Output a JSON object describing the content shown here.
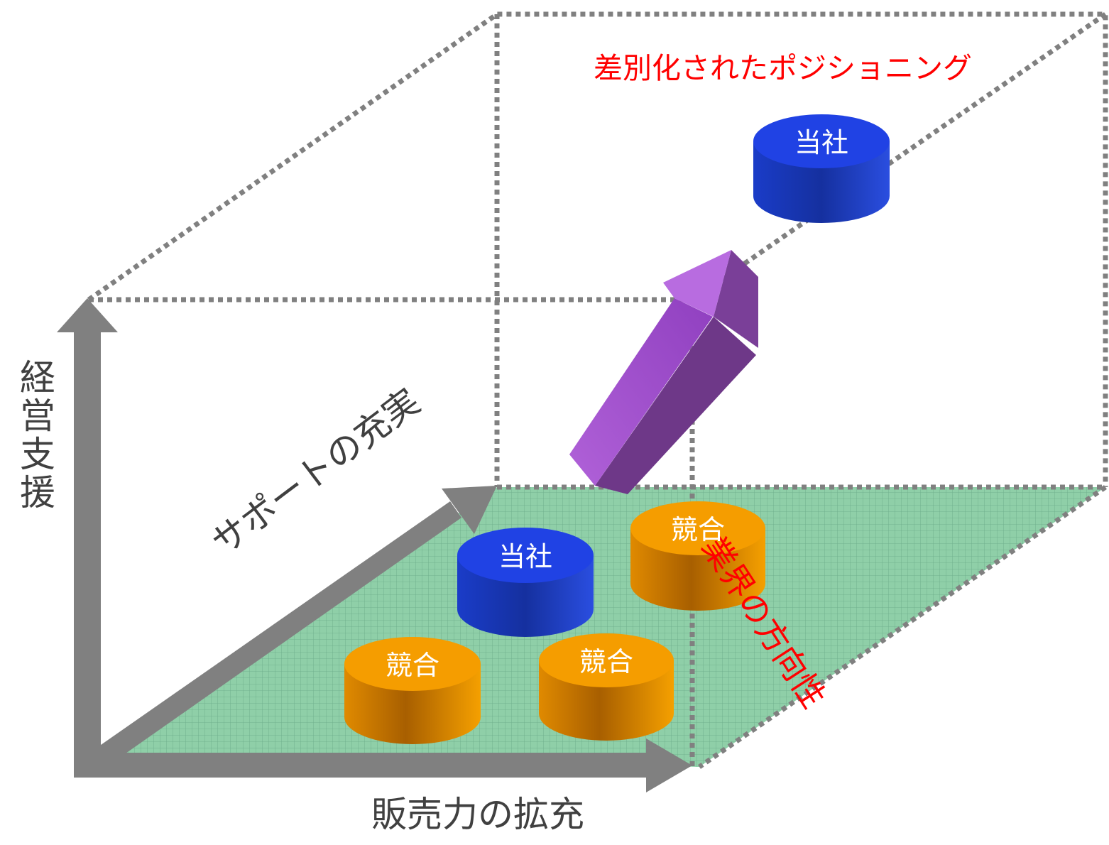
{
  "diagram": {
    "axes": {
      "vertical": "経営支援",
      "horizontal": "販売力の拡充",
      "depth": "サポートの充実"
    },
    "title": "差別化されたポジショニング",
    "industry_direction": "業界の方向性",
    "company_label": "当社",
    "competitor_label": "競合",
    "colors": {
      "axis_arrow": "#808080",
      "dotted_line": "#808080",
      "floor": "#8fcfa8",
      "company_disk": "#1f3fc8",
      "competitor_disk": "#f09a00",
      "arrow": "#9c4ec8",
      "red_text": "#ff0000"
    },
    "disks": [
      {
        "id": "company-top",
        "type": "company"
      },
      {
        "id": "company-floor",
        "type": "company"
      },
      {
        "id": "competitor-right",
        "type": "competitor"
      },
      {
        "id": "competitor-left",
        "type": "competitor"
      },
      {
        "id": "competitor-middle",
        "type": "competitor"
      }
    ]
  }
}
